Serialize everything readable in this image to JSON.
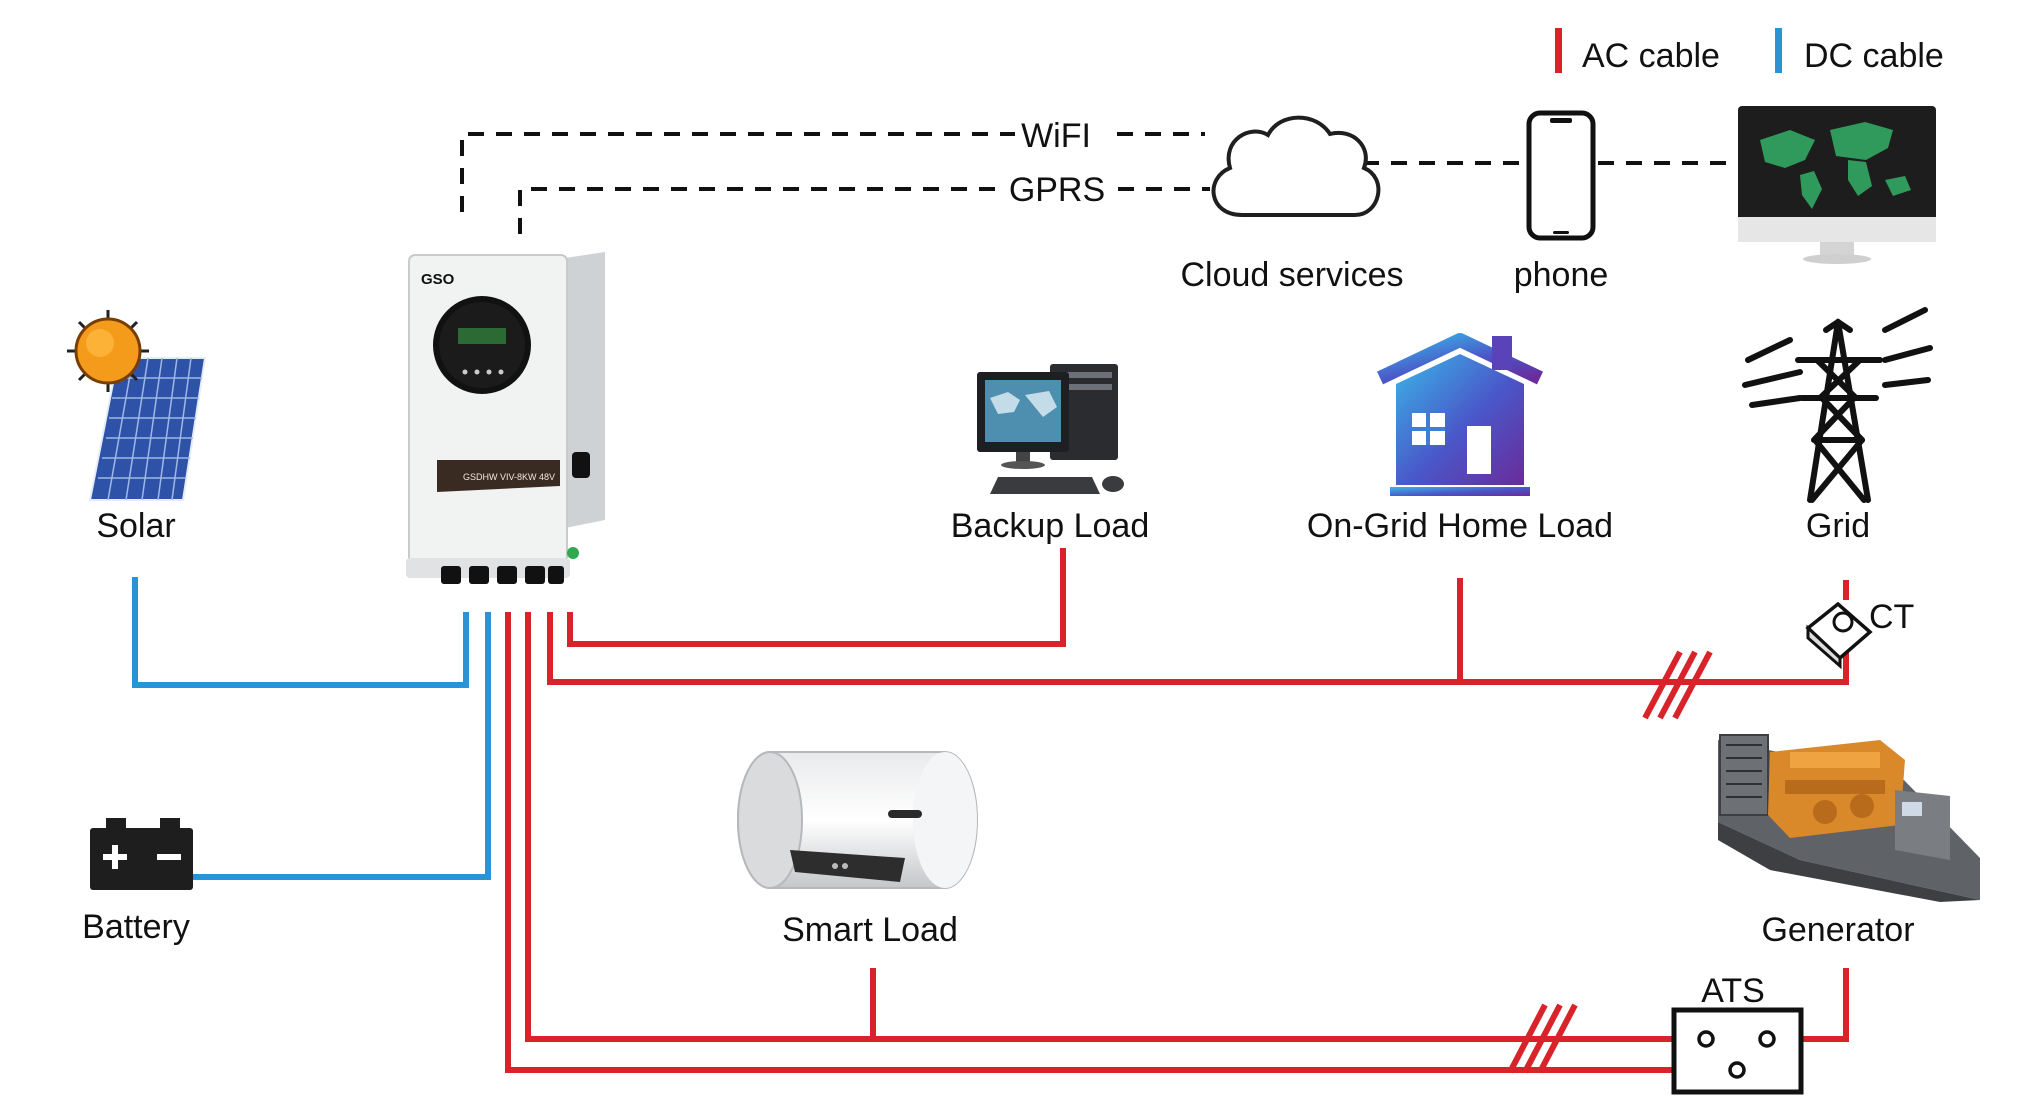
{
  "legend": {
    "ac_label": "AC cable",
    "dc_label": "DC cable",
    "ac_color": "#d8232a",
    "dc_color": "#2a93d5"
  },
  "links": {
    "wifi": "WiFI",
    "gprs": "GPRS"
  },
  "nodes": {
    "solar": "Solar",
    "battery": "Battery",
    "cloud": "Cloud services",
    "phone": "phone",
    "backup_load": "Backup Load",
    "home_load": "On-Grid Home Load",
    "grid": "Grid",
    "ct": "CT",
    "smart_load": "Smart Load",
    "generator": "Generator",
    "ats": "ATS"
  },
  "inverter": {
    "brand": "GSO",
    "model": "GSDHW VIV-8KW 48V"
  },
  "icons": [
    "sun-panel-icon",
    "battery-icon",
    "inverter-icon",
    "cloud-icon",
    "phone-icon",
    "monitor-icon",
    "desktop-computer-icon",
    "house-icon",
    "power-tower-icon",
    "ct-clamp-icon",
    "water-heater-icon",
    "generator-icon",
    "ats-switch-icon"
  ]
}
